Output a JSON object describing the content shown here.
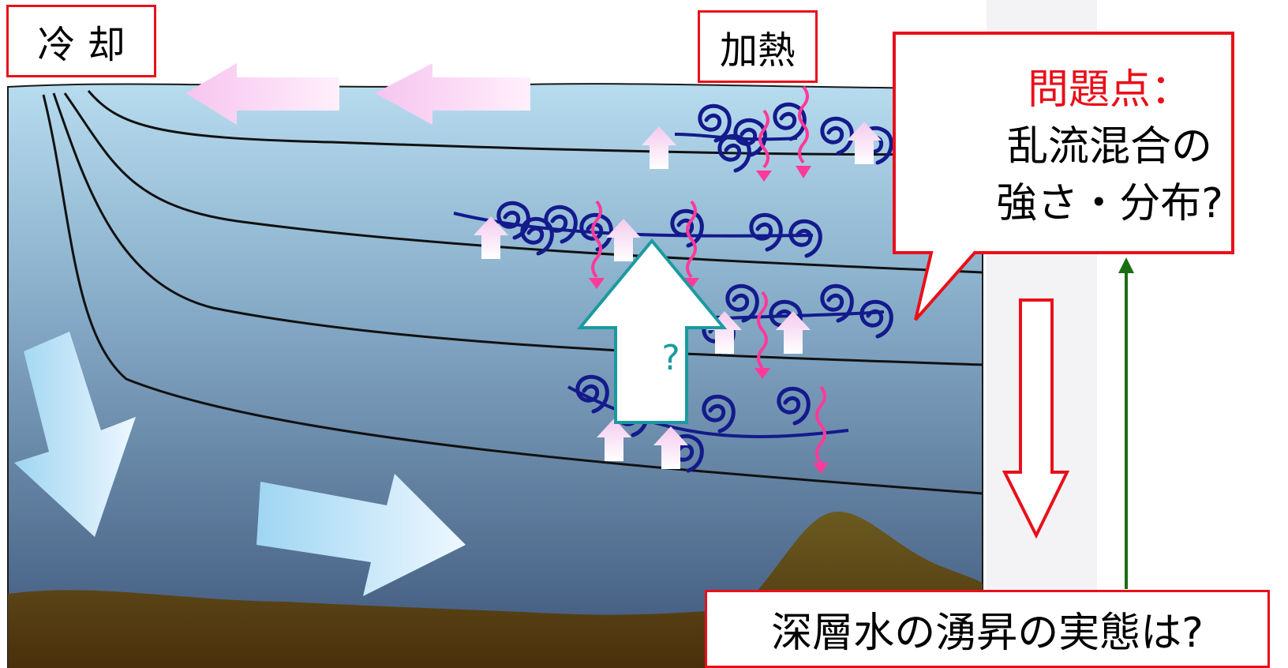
{
  "labels": {
    "cooling": "冷 却",
    "heating": "加熱",
    "problem_title": "問題点：",
    "problem_line1": "乱流混合の",
    "problem_line2": "強さ・分布?",
    "upwelling_question": "深層水の湧昇の実態は?",
    "unknown_mark": "?"
  },
  "colors": {
    "label_border": "#e8101a",
    "problem_title": "#e8101a",
    "ocean_top": "#b7dcef",
    "ocean_bottom": "#3d5579",
    "seafloor": "#5a3e10",
    "eddy": "#141a8c",
    "wavy_arrow": "#ff3a9a",
    "flow_arrow": "#c9e9f8",
    "green_arrow": "#1a6e10",
    "question_arrow_outline": "#1a9aa0"
  },
  "icons": [
    "wind-arrow-left-icon",
    "upward-arrow-icon",
    "downward-wavy-arrow-icon",
    "eddy-icon",
    "sinking-arrow-icon",
    "deep-flow-arrow-icon",
    "downwelling-arrow-icon",
    "upwelling-arrow-icon",
    "unknown-upwelling-arrow-icon"
  ]
}
